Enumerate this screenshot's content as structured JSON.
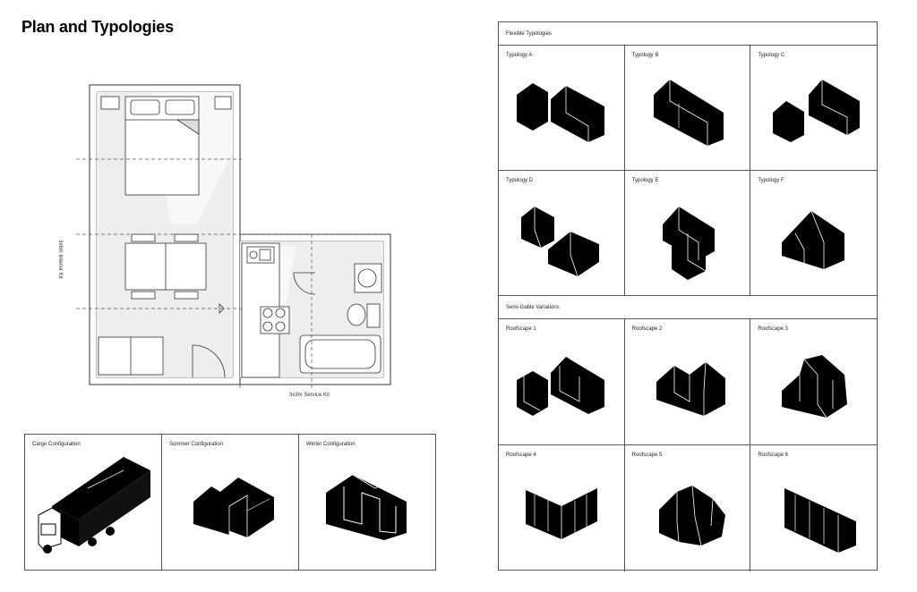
{
  "page": {
    "title": "Plan and Typologies"
  },
  "plan": {
    "interior_kit_label": "3x6m Interior Kit",
    "service_kit_label": "3x3m Service Kit"
  },
  "configurations": {
    "cells": [
      {
        "label": "Cargo Configuration",
        "icon": "truck-icon"
      },
      {
        "label": "Summer Configuration",
        "icon": "two-gable-houses-icon"
      },
      {
        "label": "Winter Configuration",
        "icon": "nested-gable-frames-icon"
      }
    ]
  },
  "typologies": {
    "flexible_header": "Flexible Typologies",
    "flexible": [
      {
        "label": "Typology A",
        "icon": "typology-a-icon"
      },
      {
        "label": "Typology B",
        "icon": "typology-b-icon"
      },
      {
        "label": "Typology C",
        "icon": "typology-c-icon"
      },
      {
        "label": "Typology D",
        "icon": "typology-d-icon"
      },
      {
        "label": "Typology E",
        "icon": "typology-e-icon"
      },
      {
        "label": "Typology F",
        "icon": "typology-f-icon"
      }
    ],
    "semi_gable_header": "Semi-Gable Variations",
    "roofscapes": [
      {
        "label": "Roofscape 1",
        "icon": "roofscape-1-icon"
      },
      {
        "label": "Roofscape 2",
        "icon": "roofscape-2-icon"
      },
      {
        "label": "Roofscape 3",
        "icon": "roofscape-3-icon"
      },
      {
        "label": "Roofscape 4",
        "icon": "roofscape-4-icon"
      },
      {
        "label": "Roofscape 5",
        "icon": "roofscape-5-icon"
      },
      {
        "label": "Roofscape 6",
        "icon": "roofscape-6-icon"
      }
    ]
  }
}
